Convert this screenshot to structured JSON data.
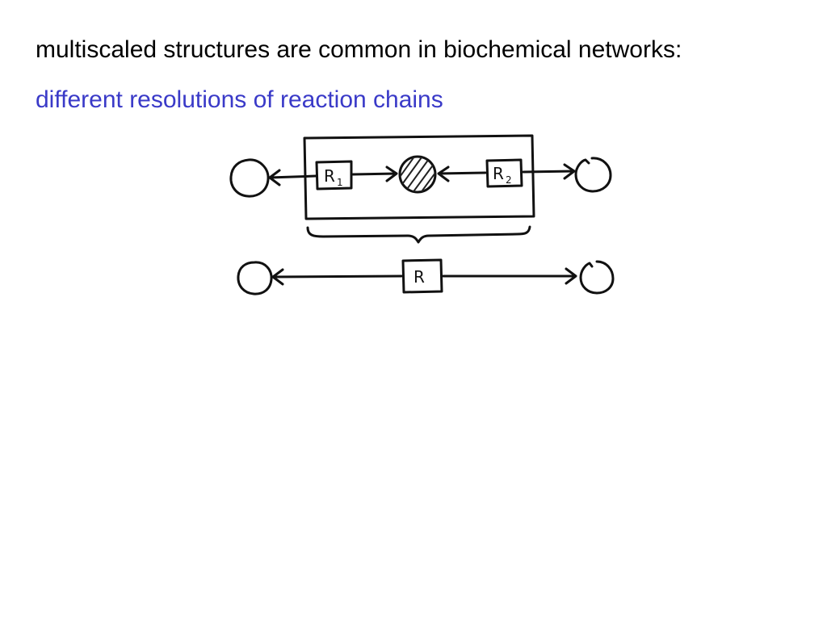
{
  "slide": {
    "title": "multiscaled structures are common in biochemical networks:",
    "subtitle": "different resolutions of reaction chains"
  },
  "diagram": {
    "detailed_chain": {
      "reaction_1": {
        "letter": "R",
        "index": "1"
      },
      "reaction_2": {
        "letter": "R",
        "index": "2"
      }
    },
    "coarse_chain": {
      "reaction": {
        "letter": "R"
      }
    }
  },
  "colors": {
    "title": "#000000",
    "subtitle": "#3a3ac8",
    "ink": "#111111",
    "hatch": "#222222"
  }
}
